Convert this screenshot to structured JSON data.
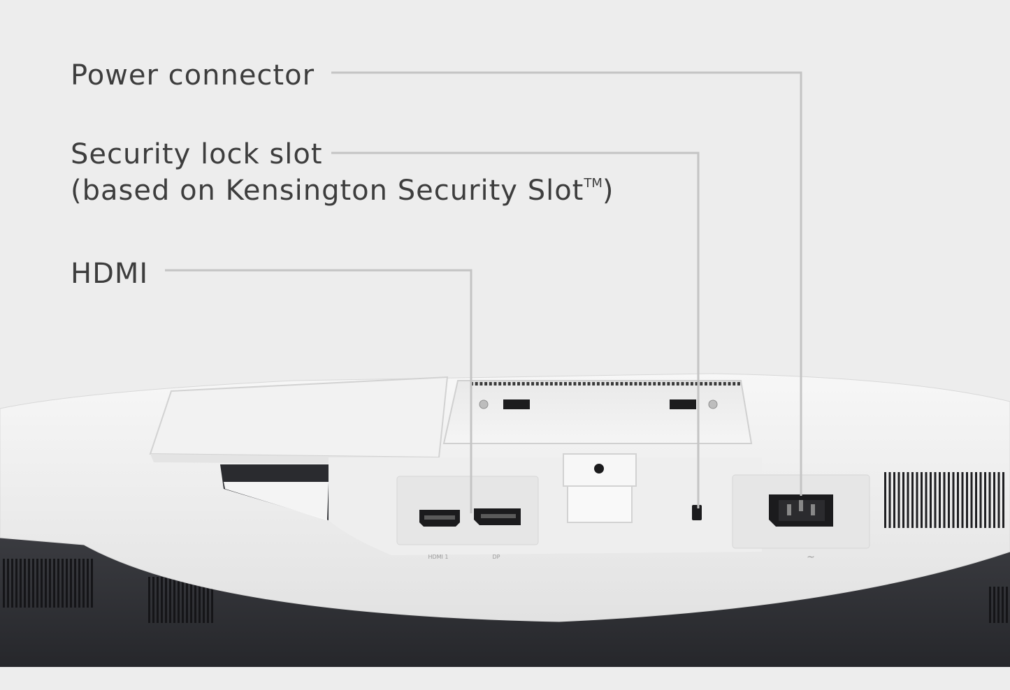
{
  "callouts": {
    "power_connector": "Power connector",
    "security_slot_line1": "Security lock slot",
    "security_slot_line2_main": "(based on Kensington Security Slot",
    "security_slot_tm": "TM",
    "security_slot_line2_close": ")",
    "hdmi": "HDMI"
  },
  "port_markings": {
    "hdmi": "HDMI\n1",
    "dp": "DP",
    "power": "~"
  },
  "colors": {
    "background": "#ededed",
    "leader_line": "#c4c4c4",
    "monitor_shell": "#f4f4f4",
    "monitor_base": "#2f3035",
    "port_black": "#1b1b1d",
    "label_text": "#3d3d3d"
  }
}
